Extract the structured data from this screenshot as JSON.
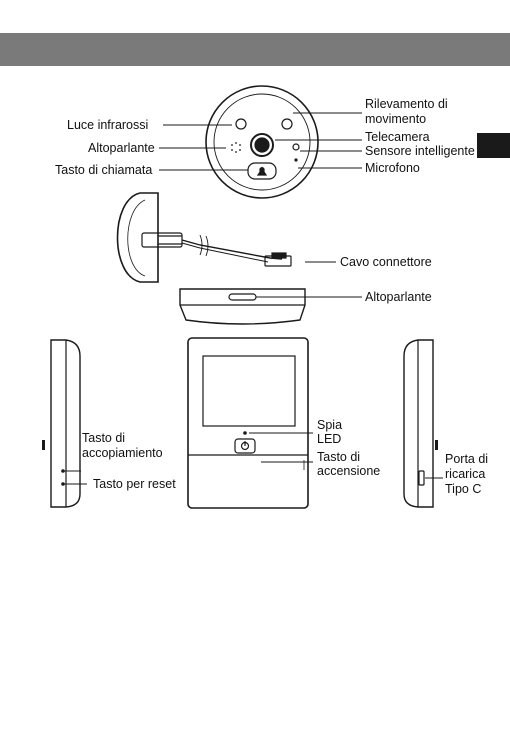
{
  "labels": {
    "luce_infrarossi": "Luce infrarossi",
    "altoparlante_front": "Altoparlante",
    "tasto_chiamata": "Tasto di chiamata",
    "rilevamento_1": "Rilevamento di",
    "rilevamento_2": "movimento",
    "telecamera": "Telecamera",
    "sensore": "Sensore intelligente",
    "microfono": "Microfono",
    "cavo": "Cavo connettore",
    "altoparlante_top": "Altoparlante",
    "spia_1": "Spia",
    "spia_2": "LED",
    "accensione_1": "Tasto di",
    "accensione_2": "accensione",
    "accoppiamento_1": "Tasto di",
    "accoppiamento_2": "accopiamiento",
    "reset": "Tasto per reset",
    "porta_1": "Porta di",
    "porta_2": "ricarica",
    "porta_3": "Tipo C"
  },
  "colors": {
    "header": "#7a7a7a",
    "tab": "#1a1a1a",
    "line": "#1a1a1a"
  }
}
